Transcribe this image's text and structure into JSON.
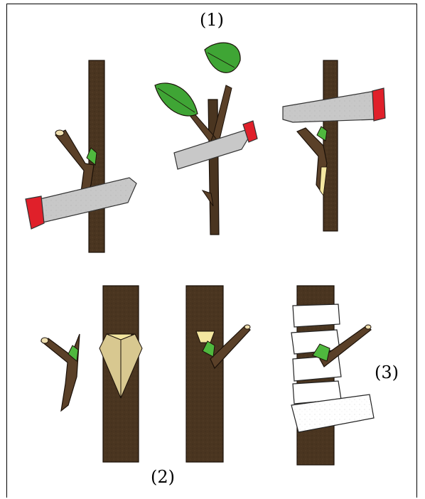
{
  "labels": {
    "step_1": "(1)",
    "step_2": "(2)",
    "step_3": "(3)"
  },
  "colors": {
    "bark": "#4a3520",
    "bark_light": "#6a5030",
    "leaf": "#3fa535",
    "bud": "#4fb83e",
    "knife_blade": "#c8c8c8",
    "knife_handle": "#e0202a",
    "cut_wood": "#f4e7a0",
    "tape": "#ffffff"
  },
  "icons": [
    "stem-icon",
    "scion-icon",
    "leaf-icon",
    "bud-icon",
    "knife-icon",
    "tape-icon"
  ]
}
